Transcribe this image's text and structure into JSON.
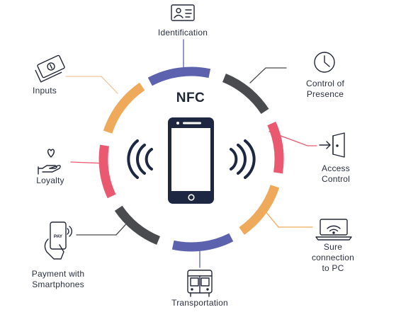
{
  "title": "NFC",
  "colors": {
    "blue": "#5c62ad",
    "dark": "#4a4b4f",
    "pink": "#ea5970",
    "orange": "#efa95a",
    "connector": "#2e3240",
    "connector_peach": "#efc6a0",
    "text": "#2b3140",
    "phone": "#1d2742"
  },
  "ring_segments": [
    {
      "name": "blue-top",
      "color": "blue"
    },
    {
      "name": "dark-top-right",
      "color": "dark"
    },
    {
      "name": "pink-right-upper",
      "color": "pink"
    },
    {
      "name": "orange-right-lower",
      "color": "orange"
    },
    {
      "name": "blue-bottom",
      "color": "blue"
    },
    {
      "name": "dark-bottom-left",
      "color": "dark"
    },
    {
      "name": "pink-left-lower",
      "color": "pink"
    },
    {
      "name": "orange-left-upper",
      "color": "orange"
    }
  ],
  "labels": {
    "identification": [
      "Identification"
    ],
    "control_of_presence": [
      "Control of",
      "Presence"
    ],
    "access_control": [
      "Access",
      "Control"
    ],
    "sure_connection": [
      "Sure",
      "connection",
      "to PC"
    ],
    "transportation": [
      "Transportation"
    ],
    "payment": [
      "Payment with",
      "Smartphones"
    ],
    "loyalty": [
      "Loyalty"
    ],
    "inputs": [
      "Inputs"
    ]
  },
  "icons": {
    "identification": "id-card-icon",
    "control_of_presence": "clock-icon",
    "access_control": "door-enter-icon",
    "sure_connection": "laptop-wifi-icon",
    "transportation": "bus-icon",
    "payment": "phone-pay-icon",
    "loyalty": "heart-hand-icon",
    "inputs": "money-icon",
    "center": "smartphone-icon"
  },
  "pay_text": "PAY"
}
